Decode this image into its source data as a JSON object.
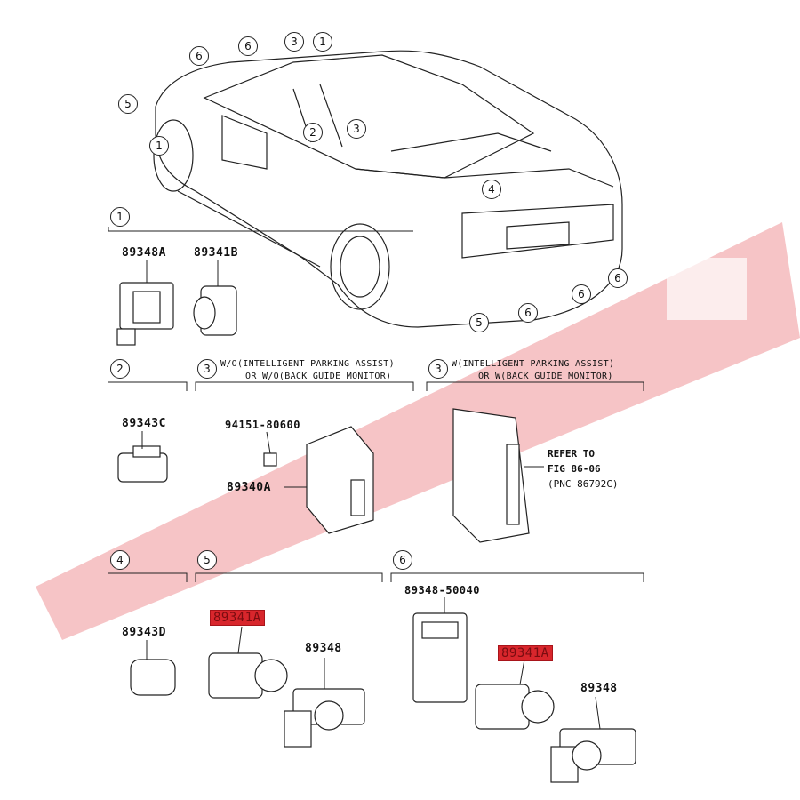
{
  "callouts": {
    "car": [
      "6",
      "6",
      "3",
      "1",
      "5",
      "1",
      "2",
      "3",
      "4",
      "5",
      "6",
      "6",
      "6"
    ]
  },
  "sections": [
    {
      "num": "1"
    },
    {
      "num": "2"
    },
    {
      "num": "3",
      "note1": "W/O(INTELLIGENT PARKING ASSIST)",
      "note2": "OR W/O(BACK GUIDE MONITOR)"
    },
    {
      "num": "3",
      "note1": "W(INTELLIGENT PARKING ASSIST)",
      "note2": "OR W(BACK GUIDE MONITOR)"
    },
    {
      "num": "4"
    },
    {
      "num": "5"
    },
    {
      "num": "6"
    }
  ],
  "parts": {
    "p89348A": "89348A",
    "p89341B": "89341B",
    "p89343C": "89343C",
    "p94151": "94151-80600",
    "p89340A": "89340A",
    "p89343D": "89343D",
    "p89341A_1": "89341A",
    "p89348_1": "89348",
    "p8934850040": "89348-50040",
    "p89341A_2": "89341A",
    "p89348_2": "89348"
  },
  "refer": {
    "line1": "REFER TO",
    "line2": "FIG 86-06",
    "line3": "(PNC 86792C)"
  },
  "colors": {
    "highlight": "#d8262c",
    "watermark": "#ee8a8e",
    "line": "#222222"
  }
}
